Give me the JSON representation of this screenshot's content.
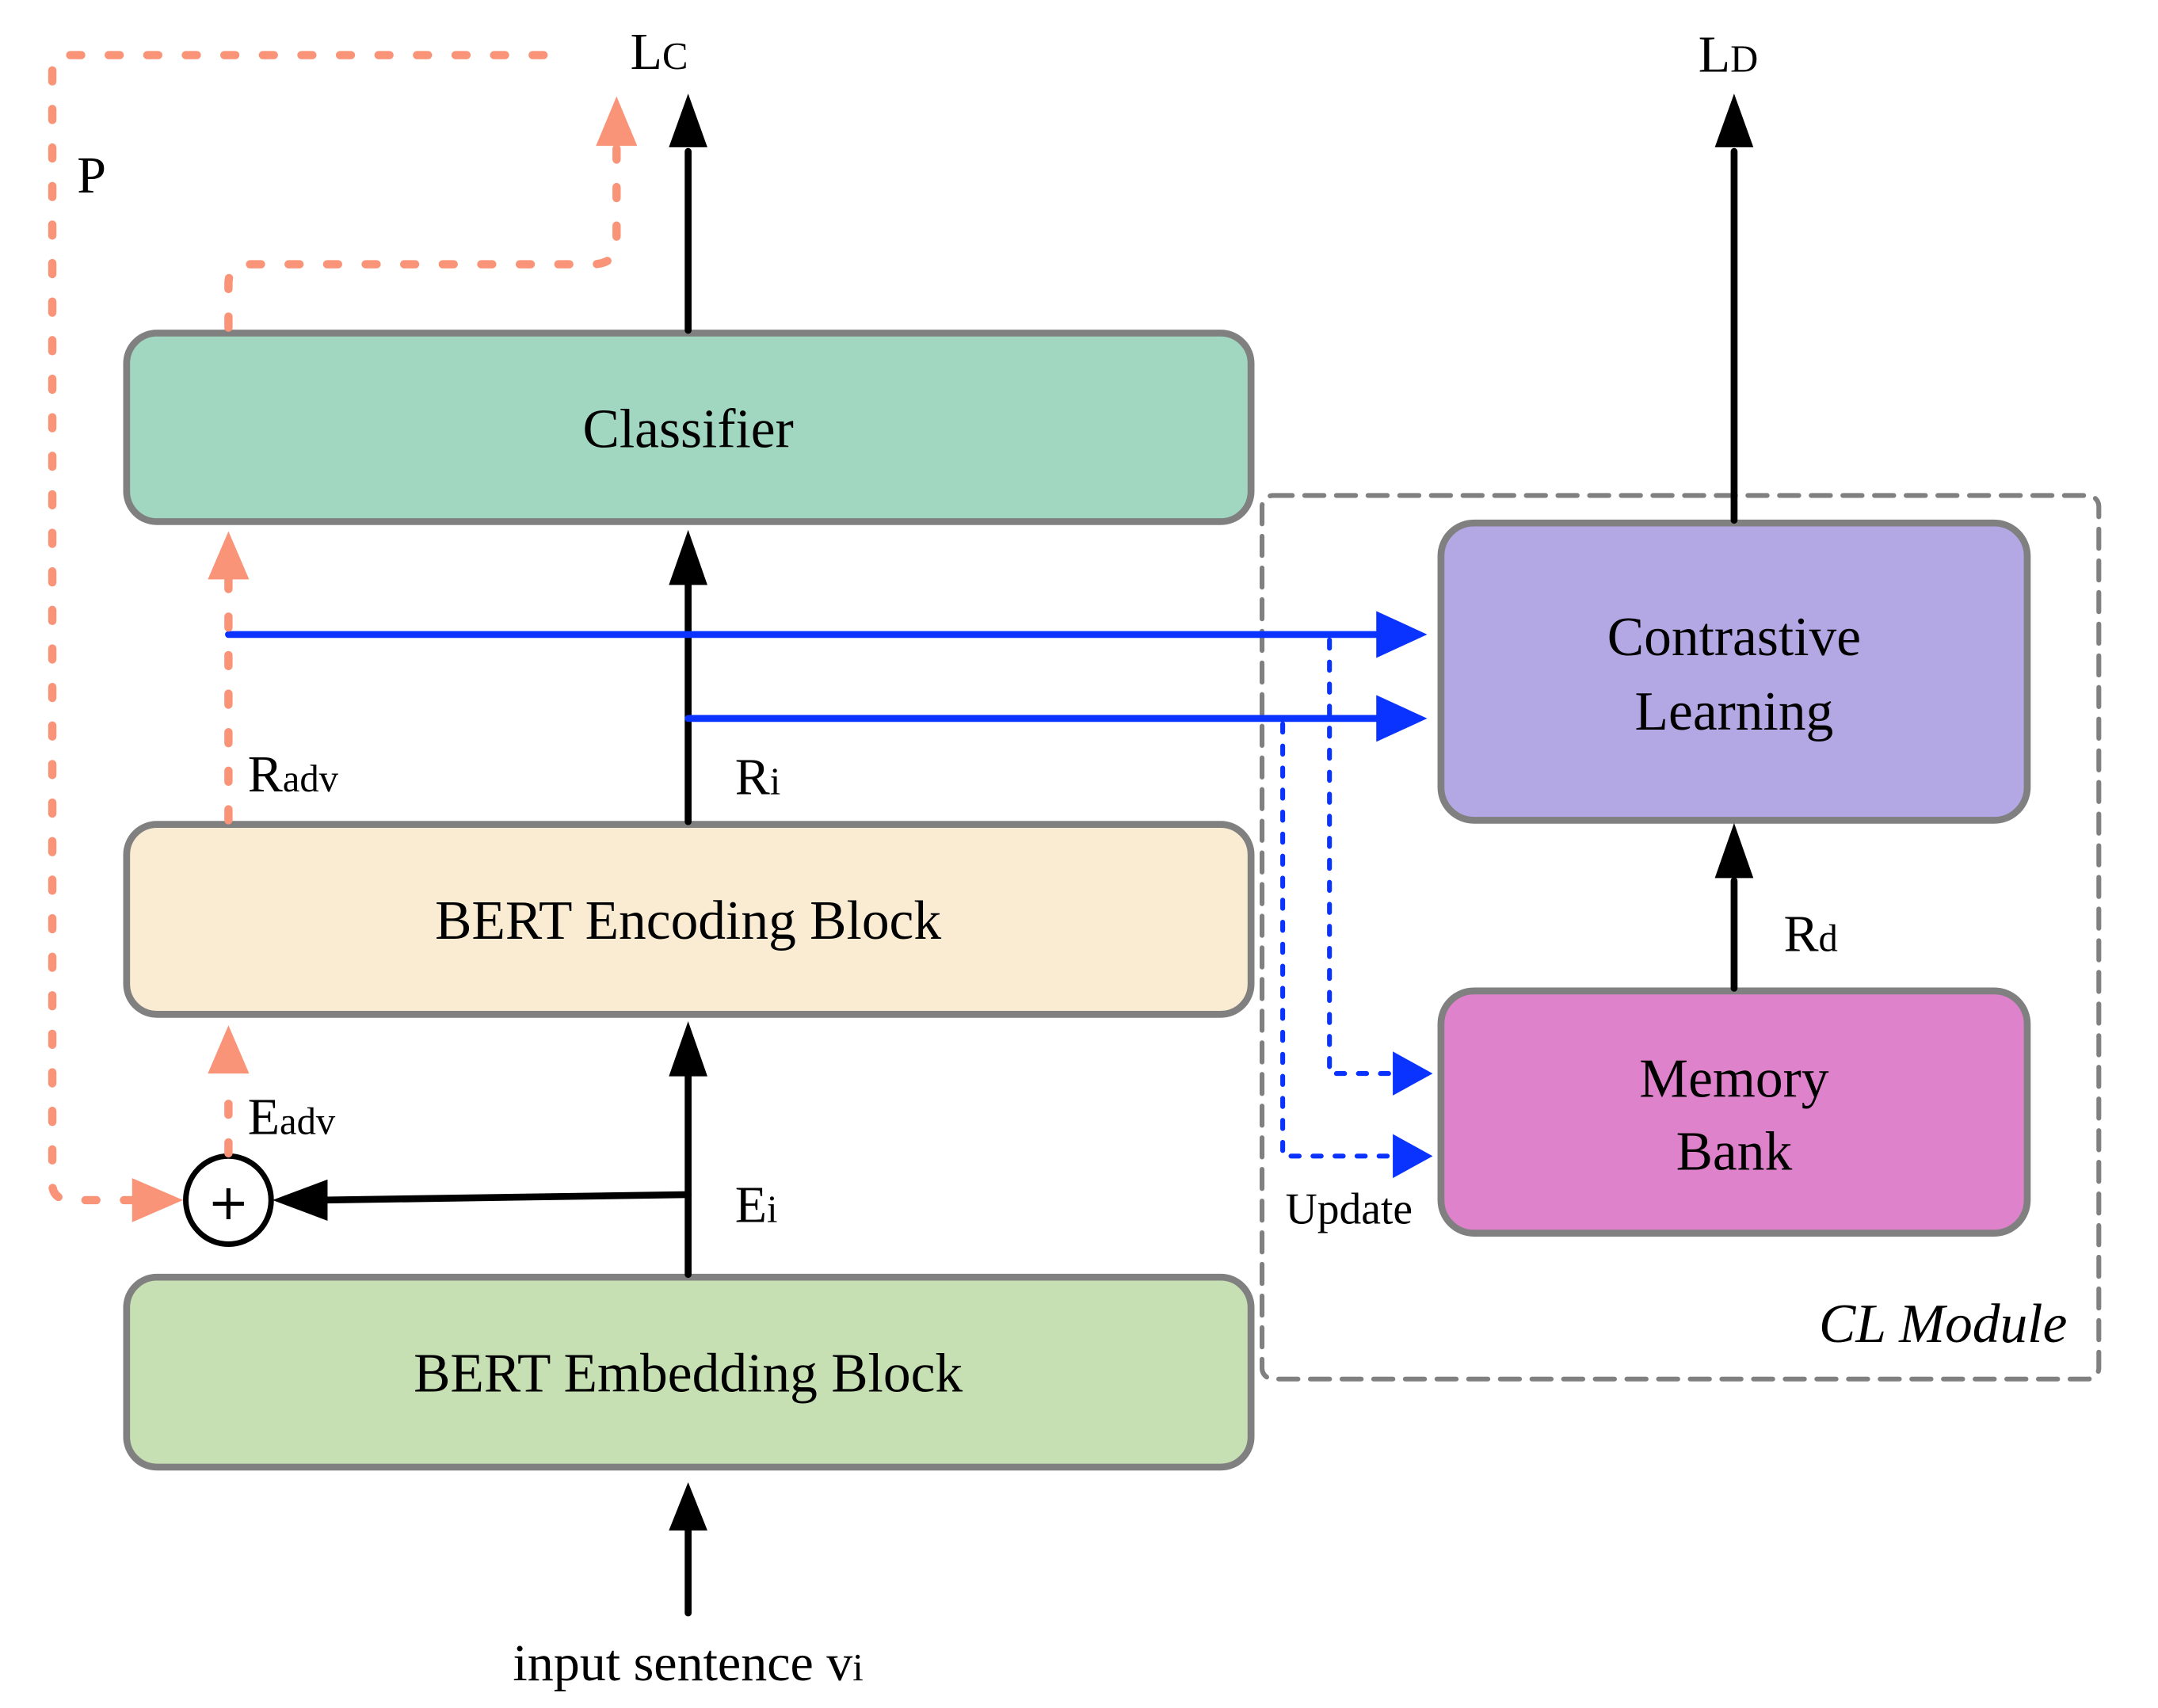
{
  "diagram": {
    "title": "BERT adversarial training with contrastive learning module",
    "colors": {
      "classifier_fill": "#a1d6c0",
      "encoding_fill": "#faebd3",
      "embedding_fill": "#c6e0b3",
      "contrastive_fill": "#b3a8e3",
      "memory_fill": "#df82cc",
      "box_border": "#808080",
      "adversarial_arrow": "#f99478",
      "representation_arrow": "#0a33ff",
      "main_arrow": "#000000",
      "module_border": "#808080"
    },
    "blocks": {
      "classifier": "Classifier",
      "encoding": "BERT Encoding Block",
      "embedding": "BERT Embedding Block",
      "contrastive_line1": "Contrastive",
      "contrastive_line2": "Learning",
      "memory_line1": "Memory",
      "memory_line2": "Bank"
    },
    "labels": {
      "lc_main": "L",
      "lc_sub": "C",
      "ld_main": "L",
      "ld_sub": "D",
      "p": "P",
      "radv_main": "R",
      "radv_sub": "adv",
      "ri_main": "R",
      "ri_sub": "i",
      "eadv_main": "E",
      "eadv_sub": "adv",
      "ei_main": "E",
      "ei_sub": "i",
      "rd_main": "R",
      "rd_sub": "d",
      "update": "Update",
      "input_main": "input sentence v",
      "input_sub": "i",
      "module": "CL Module",
      "plus": "+"
    }
  }
}
